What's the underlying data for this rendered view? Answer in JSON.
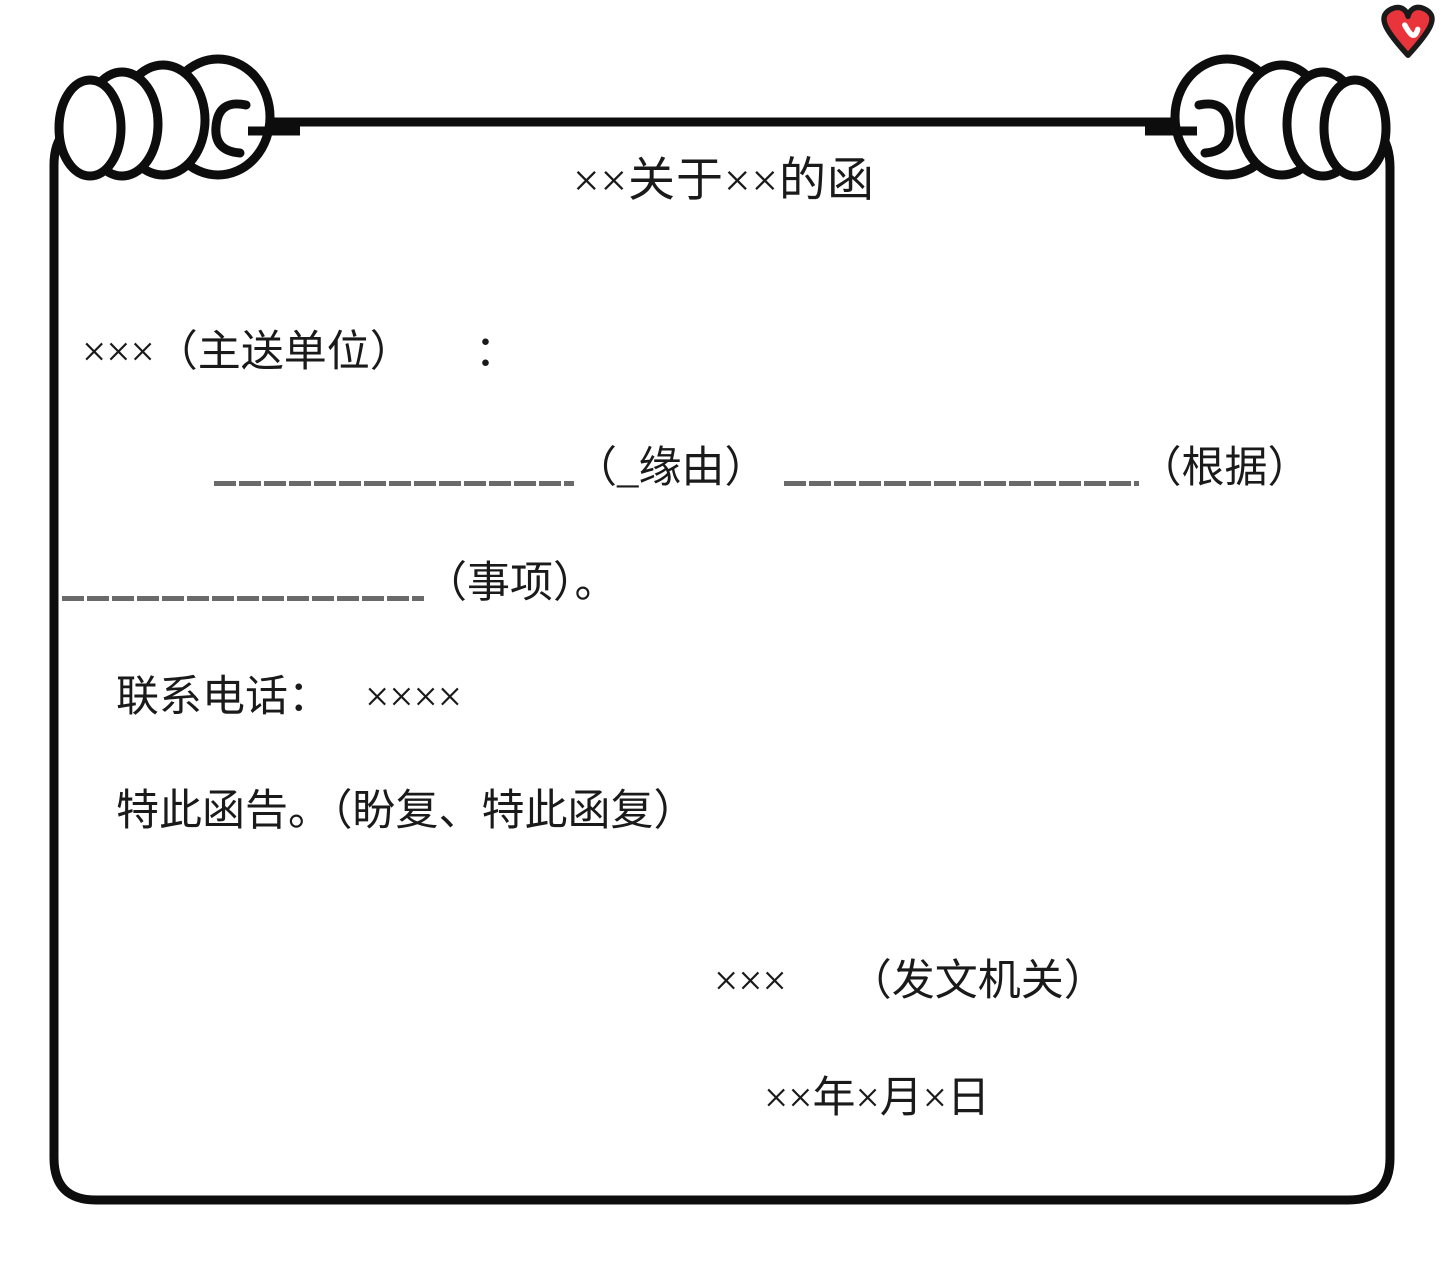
{
  "document": {
    "type": "official-letter-template",
    "title": "××关于××的函",
    "addressee": "×××（主送单位）",
    "addressee_colon": "：",
    "reason_label": "（_缘由）",
    "basis_label": "（根据）",
    "matter_label": "（事项）。",
    "contact_label": "联系电话：",
    "contact_value": "××××",
    "closing": "特此函告。（盼复、特此函复）",
    "signature_org_mark": "×××",
    "signature_org_label": "（发文机关）",
    "signature_date": "××年×月×日"
  },
  "decor": {
    "heart_icon": "heart-icon",
    "heart_fill": "#e8343a",
    "heart_stroke": "#1a1a1a",
    "heart_highlight": "#ffffff",
    "left_hand_icon": "hand-grip-left-icon",
    "right_hand_icon": "hand-grip-right-icon",
    "frame_icon": "rounded-rectangle-frame",
    "frame_stroke": "#0d0d0d",
    "hand_fill": "#ffffff",
    "hand_stroke": "#0d0d0d",
    "page_background": "#ffffff",
    "rule_color": "#6a6a6a"
  }
}
